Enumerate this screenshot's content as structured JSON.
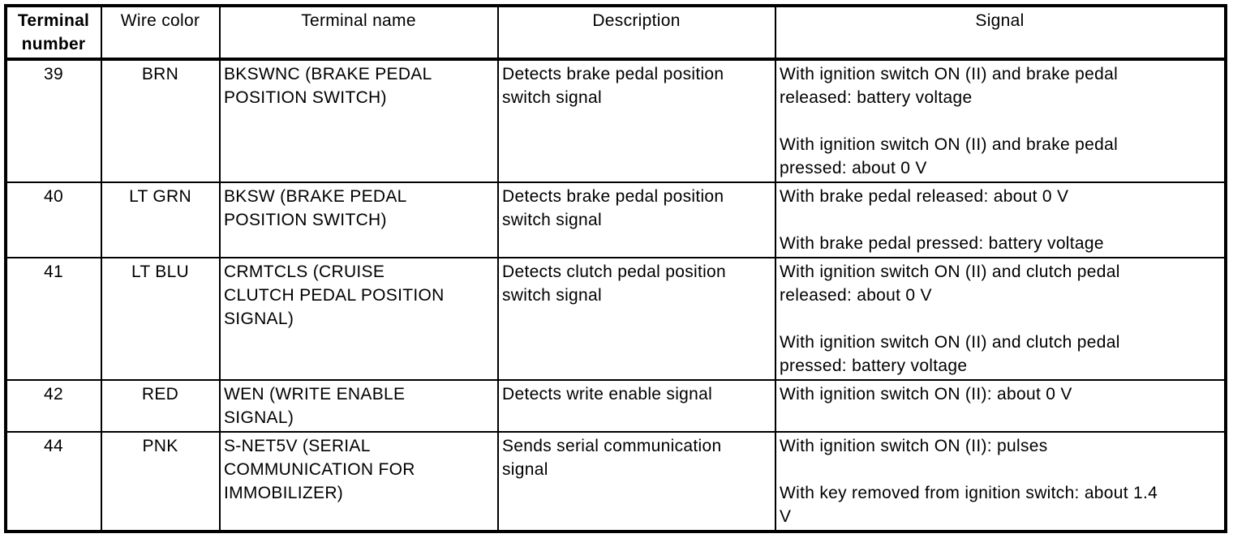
{
  "colors": {
    "background": "#ffffff",
    "border": "#000000",
    "text": "#000000"
  },
  "table": {
    "headers": [
      "Terminal\nnumber",
      "Wire color",
      "Terminal name",
      "Description",
      "Signal"
    ],
    "rows": [
      {
        "terminal_number": "39",
        "wire_color": "BRN",
        "terminal_name": "BKSWNC (BRAKE PEDAL\nPOSITION SWITCH)",
        "description": "Detects brake pedal position\nswitch signal",
        "signal": "With ignition switch ON (II) and brake pedal\nreleased: battery voltage\n\nWith ignition switch ON (II) and brake pedal\npressed: about 0 V"
      },
      {
        "terminal_number": "40",
        "wire_color": "LT GRN",
        "terminal_name": "BKSW (BRAKE PEDAL\nPOSITION SWITCH)",
        "description": "Detects brake pedal position\nswitch signal",
        "signal": "With brake pedal released: about 0 V\n\nWith brake pedal pressed: battery voltage"
      },
      {
        "terminal_number": "41",
        "wire_color": "LT BLU",
        "terminal_name": "CRMTCLS (CRUISE\nCLUTCH PEDAL POSITION\nSIGNAL)",
        "description": "Detects clutch pedal position\nswitch signal",
        "signal": "With ignition switch ON (II) and clutch pedal\nreleased: about 0 V\n\nWith ignition switch ON (II) and clutch pedal\npressed: battery voltage"
      },
      {
        "terminal_number": "42",
        "wire_color": "RED",
        "terminal_name": "WEN (WRITE ENABLE\nSIGNAL)",
        "description": "Detects write enable signal",
        "signal": "With ignition switch ON (II): about 0 V"
      },
      {
        "terminal_number": "44",
        "wire_color": "PNK",
        "terminal_name": "S-NET5V (SERIAL\nCOMMUNICATION FOR\nIMMOBILIZER)",
        "description": "Sends serial communication\nsignal",
        "signal": "With ignition switch ON (II): pulses\n\nWith key removed from ignition switch: about 1.4\nV"
      }
    ]
  }
}
